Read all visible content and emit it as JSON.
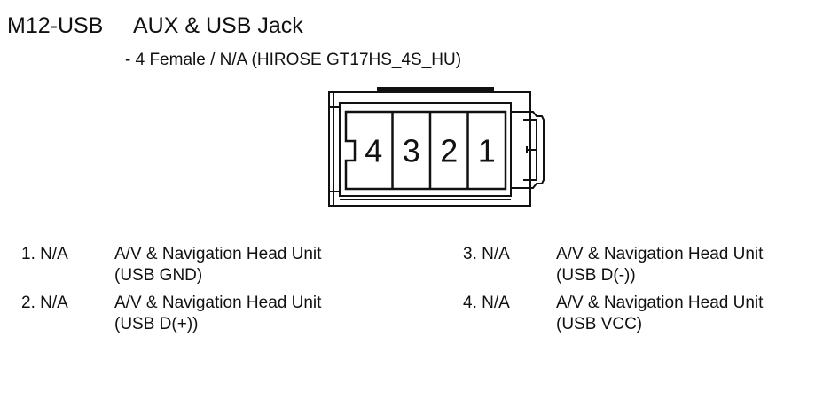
{
  "header": {
    "code": "M12-USB",
    "name": "AUX & USB Jack",
    "subtitle": "- 4 Female / N/A (HIROSE GT17HS_4S_HU)"
  },
  "connector": {
    "cavities": [
      "4",
      "3",
      "2",
      "1"
    ],
    "line_color": "#111111"
  },
  "pins": [
    {
      "number": "1. N/A",
      "desc": "A/V & Navigation Head Unit",
      "signal": "(USB GND)"
    },
    {
      "number": "2. N/A",
      "desc": "A/V & Navigation Head Unit",
      "signal": "(USB D(+))"
    },
    {
      "number": "3. N/A",
      "desc": "A/V & Navigation Head Unit",
      "signal": "(USB D(-))"
    },
    {
      "number": "4. N/A",
      "desc": "A/V & Navigation Head Unit",
      "signal": "(USB VCC)"
    }
  ]
}
